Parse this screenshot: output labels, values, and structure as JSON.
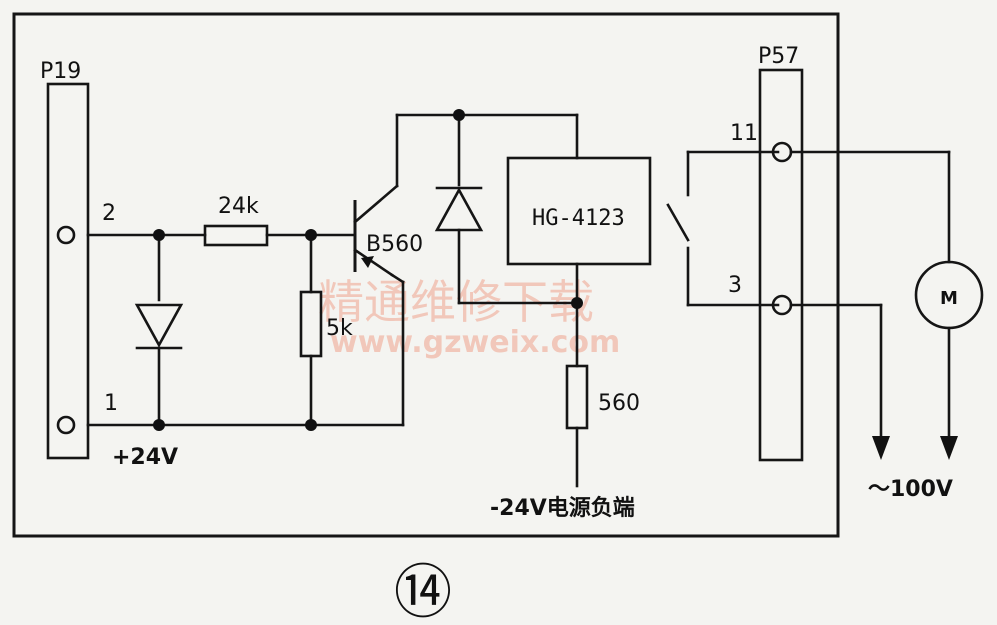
{
  "connectors": {
    "left": "P19",
    "right": "P57"
  },
  "pins": {
    "p19_pin2": "2",
    "p19_pin1": "1",
    "p57_pin11": "11",
    "p57_pin3": "3"
  },
  "components": {
    "resistor_base": "24k",
    "transistor": "B560",
    "resistor_bias": "5k",
    "relay": "HG-4123",
    "resistor_series": "560",
    "motor_symbol": "M"
  },
  "supply": {
    "positive": "+24V",
    "negative": "-24V电源负端",
    "ac": "～100V"
  },
  "watermark": {
    "line1": "精通维修下载",
    "line2": "www.gzweix.com"
  },
  "figure_number": "⑭"
}
